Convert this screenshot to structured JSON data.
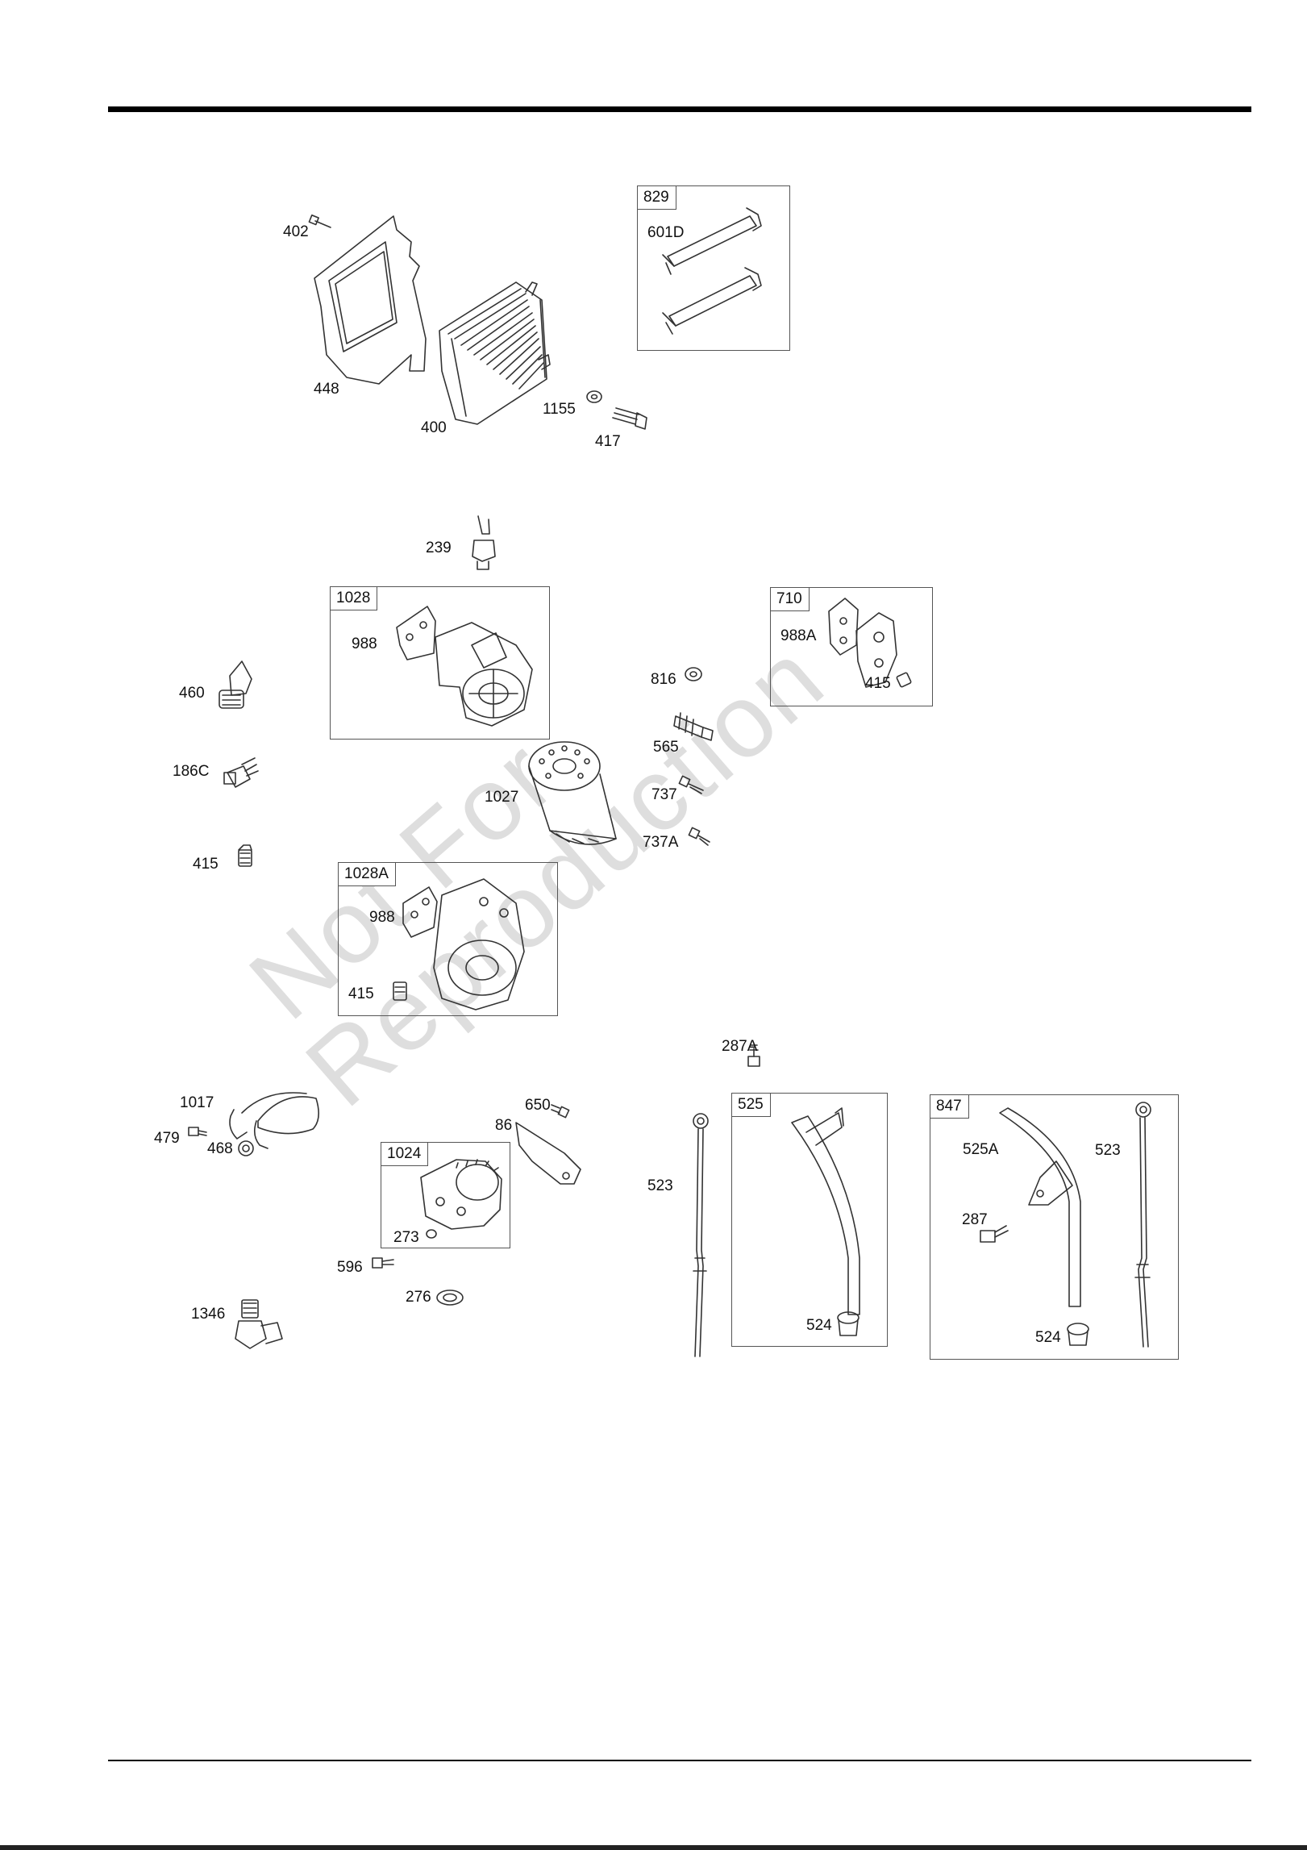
{
  "watermark": {
    "line1": "Not For",
    "line2": "Reproduction"
  },
  "kits": [
    {
      "id": "kit-829",
      "tag": "829"
    },
    {
      "id": "kit-1028",
      "tag": "1028"
    },
    {
      "id": "kit-710",
      "tag": "710"
    },
    {
      "id": "kit-1028a",
      "tag": "1028A"
    },
    {
      "id": "kit-1024",
      "tag": "1024"
    },
    {
      "id": "kit-525",
      "tag": "525"
    },
    {
      "id": "kit-847",
      "tag": "847"
    }
  ],
  "callouts": [
    "402",
    "448",
    "400",
    "1155",
    "417",
    "601D",
    "239",
    "988",
    "460",
    "186C",
    "1027",
    "415",
    "988",
    "415",
    "816",
    "565",
    "737",
    "737A",
    "988A",
    "415",
    "287A",
    "1017",
    "479",
    "468",
    "650",
    "86",
    "273",
    "596",
    "276",
    "1346",
    "523",
    "524",
    "525A",
    "523",
    "287",
    "524"
  ]
}
